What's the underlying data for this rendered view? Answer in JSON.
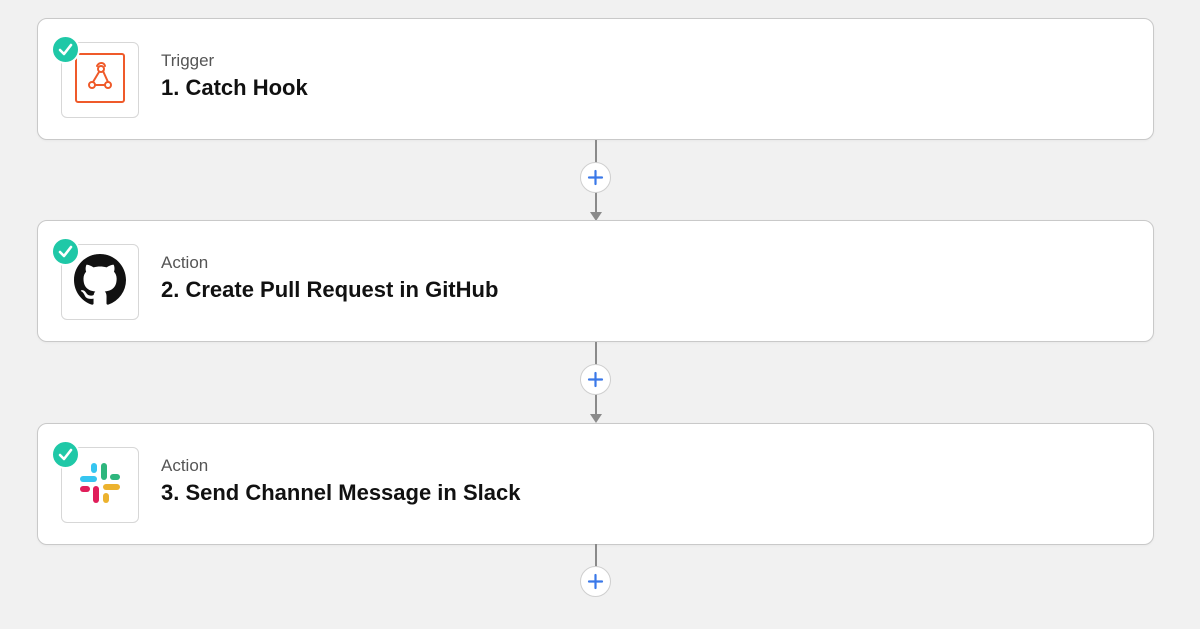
{
  "steps": [
    {
      "type": "Trigger",
      "title": "1. Catch Hook",
      "app_icon": "webhook-icon",
      "status": "complete"
    },
    {
      "type": "Action",
      "title": "2. Create Pull Request in GitHub",
      "app_icon": "github-icon",
      "status": "complete"
    },
    {
      "type": "Action",
      "title": "3. Send Channel Message in Slack",
      "app_icon": "slack-icon",
      "status": "complete"
    }
  ],
  "colors": {
    "check": "#1fc8a7",
    "add_plus": "#3a78e8",
    "webhook": "#ef5a2a",
    "github": "#111111",
    "slack_blue": "#36c5f0",
    "slack_green": "#2eb67d",
    "slack_red": "#e01e5a",
    "slack_yellow": "#ecb22e",
    "connector": "#8a8a8a"
  }
}
